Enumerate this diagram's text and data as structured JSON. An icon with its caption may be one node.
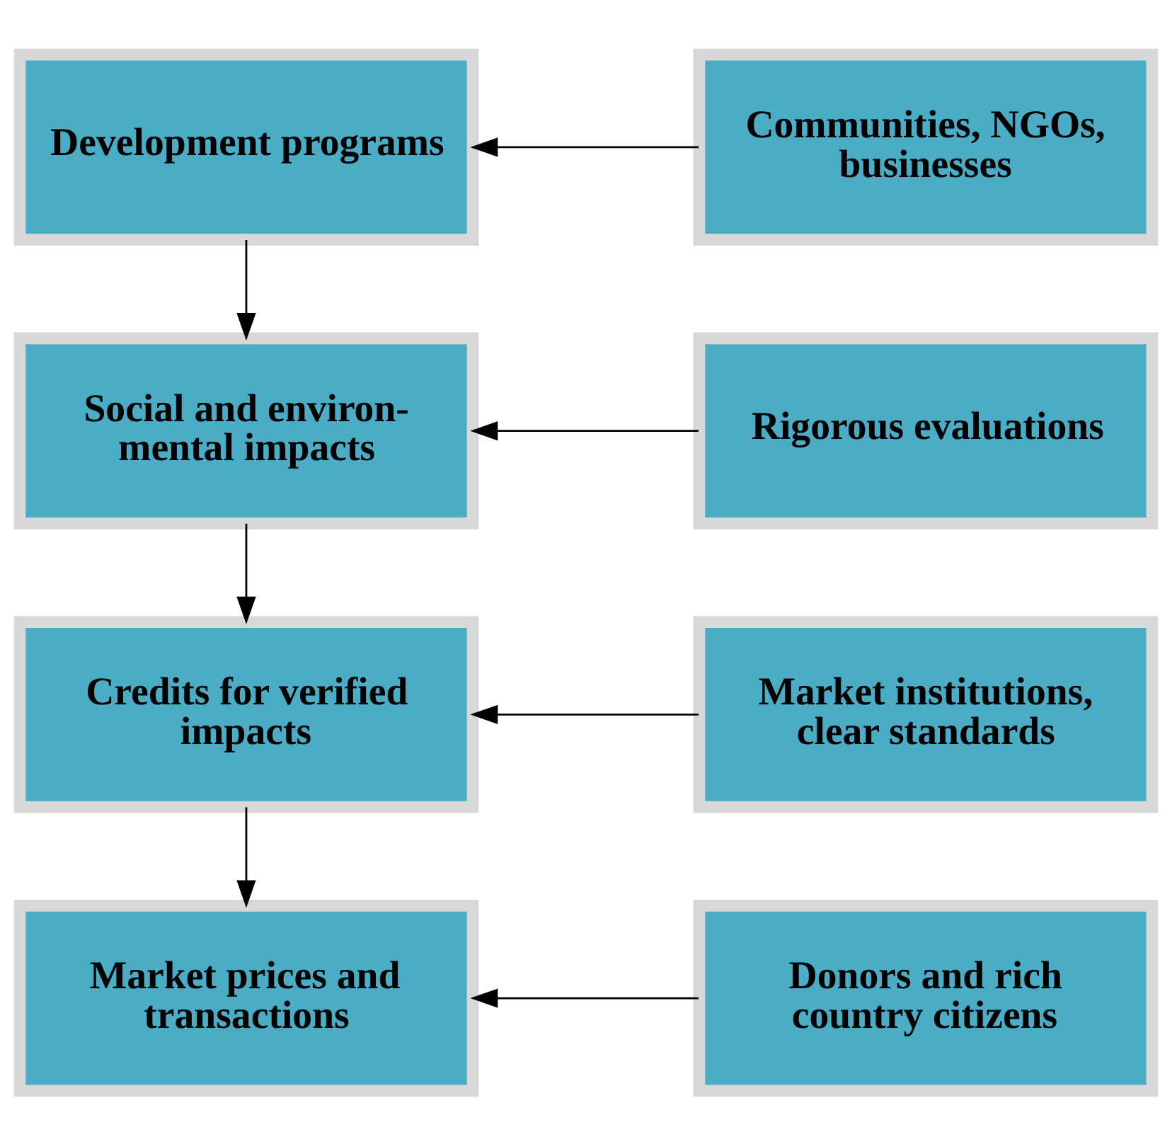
{
  "diagram": {
    "nodes": [
      {
        "text": [
          "Development programs"
        ]
      },
      {
        "text": [
          "Communities, NGOs, businesses"
        ]
      },
      {
        "text": [
          "Social and environ- mental impacts"
        ]
      },
      {
        "text": [
          "Rigorous evaluations"
        ]
      },
      {
        "text": [
          "Credits for verified impacts"
        ]
      },
      {
        "text": [
          "Market institutions, clear standards"
        ]
      },
      {
        "text": [
          "Market prices and transactions"
        ]
      },
      {
        "text": [
          "Donors and rich country citizens"
        ]
      }
    ],
    "edges": [
      {
        "from": 1,
        "to": 0,
        "arrow": "to"
      },
      {
        "from": 0,
        "to": 2,
        "arrow": "to"
      },
      {
        "from": 3,
        "to": 2,
        "arrow": "to"
      },
      {
        "from": 2,
        "to": 4,
        "arrow": "to"
      },
      {
        "from": 5,
        "to": 4,
        "arrow": "to"
      },
      {
        "from": 4,
        "to": 6,
        "arrow": "to"
      },
      {
        "from": 7,
        "to": 6,
        "arrow": "to"
      }
    ]
  }
}
